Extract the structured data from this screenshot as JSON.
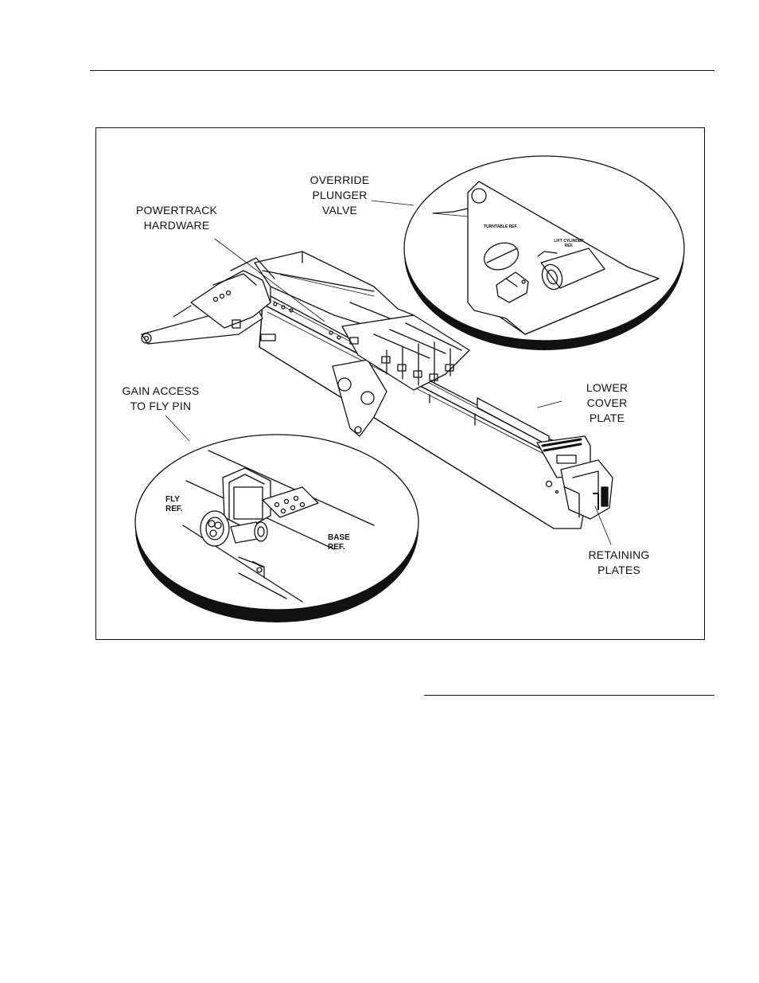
{
  "callouts": {
    "override": [
      "OVERRIDE",
      "PLUNGER",
      "VALVE"
    ],
    "powertrack": [
      "POWERTRACK",
      "HARDWARE"
    ],
    "gain_access": [
      "GAIN ACCESS",
      "TO FLY PIN"
    ],
    "lower_cover": [
      "LOWER",
      "COVER",
      "PLATE"
    ],
    "retaining": [
      "RETAINING",
      "PLATES"
    ]
  },
  "detail_refs": {
    "fly": [
      "FLY",
      "REF."
    ],
    "base": [
      "BASE",
      "REF."
    ],
    "turntable": "TURNTABLE REF.",
    "lift_cylinder": [
      "LIFT CYLINDER",
      "REF."
    ]
  },
  "colors": {
    "ink": "#111111",
    "paper": "#ffffff"
  }
}
